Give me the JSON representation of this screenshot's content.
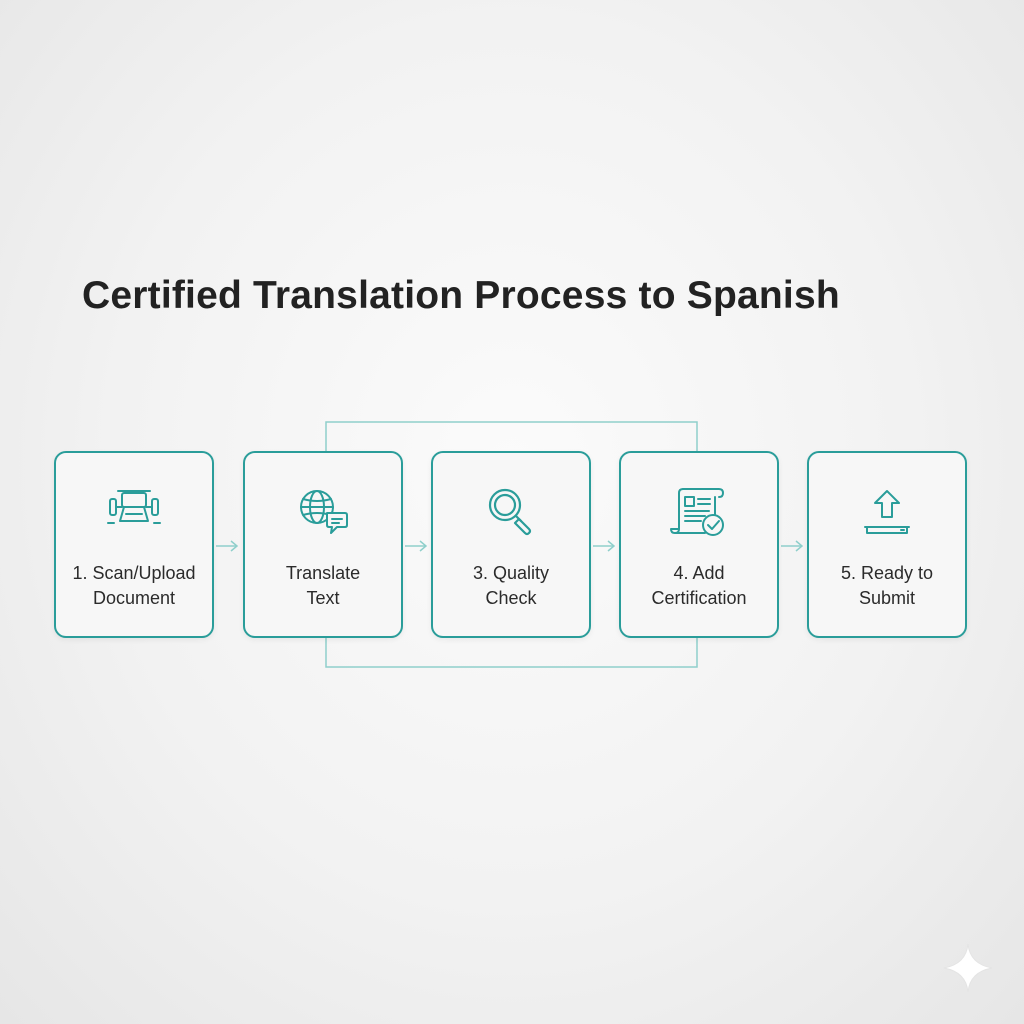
{
  "title": "Certified Translation Process to Spanish",
  "accent_color": "#2a9d9a",
  "steps": [
    {
      "label": "1. Scan/Upload\nDocument",
      "icon": "scanner-icon"
    },
    {
      "label": "Translate\nText",
      "icon": "globe-chat-icon"
    },
    {
      "label": "3. Quality\nCheck",
      "icon": "magnifier-icon"
    },
    {
      "label": "4. Add\nCertification",
      "icon": "certificate-icon"
    },
    {
      "label": "5. Ready to\nSubmit",
      "icon": "upload-icon"
    }
  ]
}
